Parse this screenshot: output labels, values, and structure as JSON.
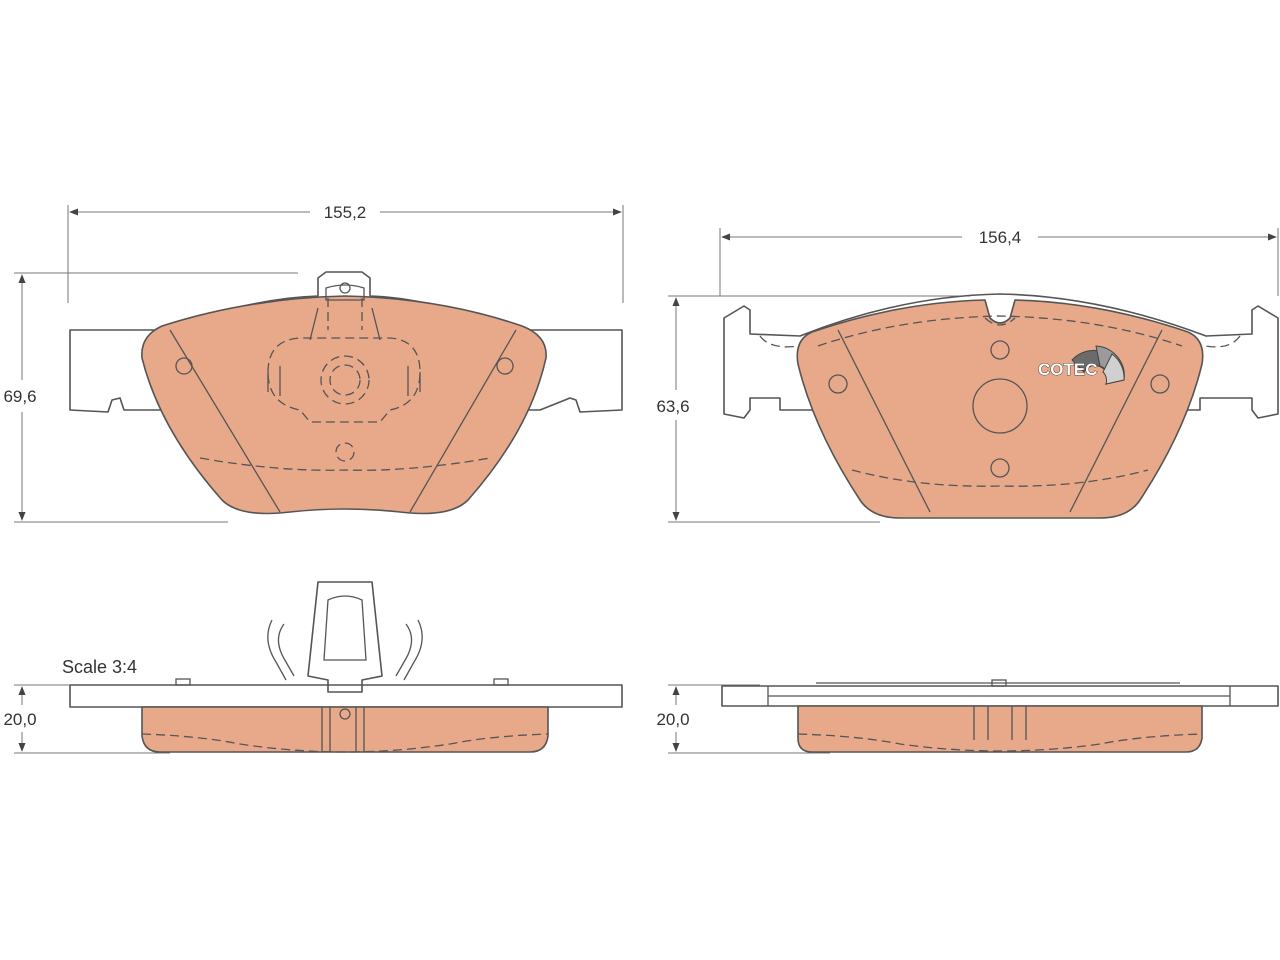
{
  "drawing": {
    "front_pad_width": "155,2",
    "front_pad_height": "69,6",
    "rear_pad_width": "156,4",
    "rear_pad_height": "63,6",
    "front_pad_thickness": "20,0",
    "rear_pad_thickness": "20,0",
    "scale_label": "Scale 3:4",
    "logo_text": "COTEC"
  },
  "colors": {
    "friction_material": "#e8a98a",
    "outline": "#555555",
    "background": "#ffffff"
  }
}
